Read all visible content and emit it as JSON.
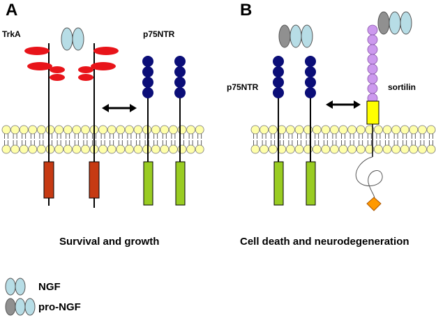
{
  "panels": [
    {
      "letter": "A",
      "receptor_labels": {
        "trka": "TrkA",
        "p75": "p75NTR"
      },
      "caption": "Survival and growth"
    },
    {
      "letter": "B",
      "receptor_labels": {
        "p75": "p75NTR",
        "sortilin": "sortilin"
      },
      "caption": "Cell death and neurodegeneration"
    }
  ],
  "legend": [
    {
      "label": "NGF",
      "icon": "ngf-icon"
    },
    {
      "label": "pro-NGF",
      "icon": "pro-ngf-icon"
    }
  ],
  "colors": {
    "ngf": "#b7dde6",
    "pro_domain": "#909090",
    "trka_extracellular": "#e8141a",
    "trka_intracellular": "#c63a13",
    "p75_bead": "#0b0e78",
    "p75_intracellular": "#99cc22",
    "sortilin_bead": "#cc99ee",
    "sortilin_juxtamembrane": "#ffff00",
    "sortilin_tail": "#ff9900",
    "lipid_head": "#ffffaa"
  }
}
